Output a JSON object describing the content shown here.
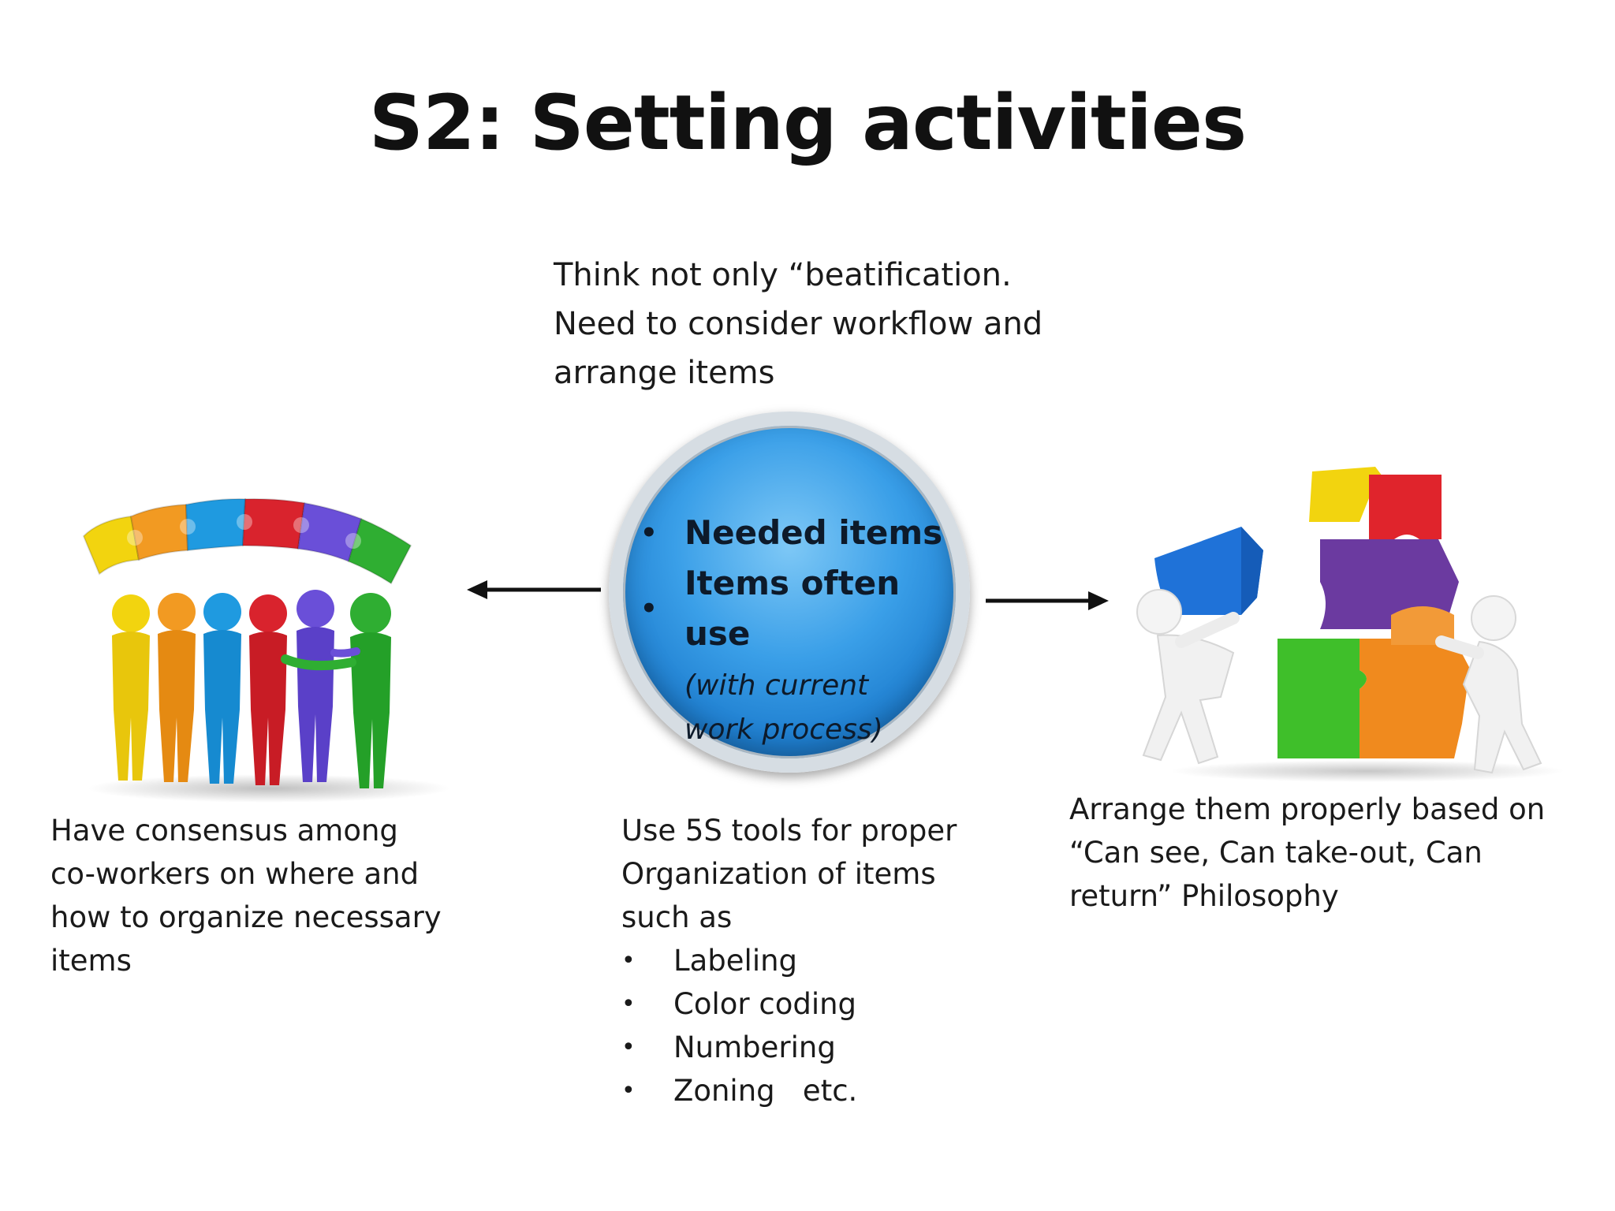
{
  "title": "S2: Setting activities",
  "top_note": {
    "lines": [
      "Think not only “beatification.",
      "Need to consider workflow and",
      "arrange items"
    ]
  },
  "center": {
    "bullets": [
      "Needed items",
      "Items often use"
    ],
    "note_lines": [
      "(with current",
      "work process)"
    ]
  },
  "left": {
    "lines": [
      "Have consensus among",
      "co-workers on where and",
      "how to organize necessary",
      "items"
    ]
  },
  "middle": {
    "lines": [
      "Use 5S tools for proper",
      "Organization of items",
      "such as"
    ],
    "tools": [
      "Labeling",
      "Color coding",
      "Numbering",
      "Zoning   etc."
    ]
  },
  "right": {
    "lines": [
      "Arrange them properly based on",
      "“Can see, Can take-out, Can",
      "return” Philosophy"
    ]
  },
  "icons": {
    "left_art": "team-consensus-puzzle-icon",
    "right_art": "puzzle-assembly-icon",
    "left_arrow": "arrow-left-icon",
    "right_arrow": "arrow-right-icon"
  },
  "colors": {
    "circle": "#2f8fe0",
    "yellow": "#f2d40f",
    "orange": "#f29a22",
    "blue": "#1f9ae0",
    "red": "#d9232d",
    "purple": "#6a4fd8",
    "green": "#2fae32"
  }
}
